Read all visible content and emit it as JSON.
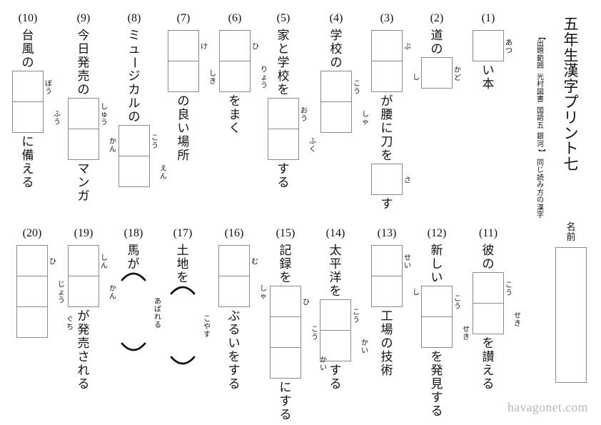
{
  "page_title": "五年生漢字プリント七",
  "scope_note": "【出題範囲 光村図書 国語五 銀河】 同じ読み方の漢字",
  "name_label": "名前",
  "watermark": "havagonet.com",
  "colors": {
    "text": "#111111",
    "box_border": "#8a8a8a",
    "watermark_gray": "#b6b6b6",
    "background": "#ffffff"
  },
  "problems": [
    {
      "number": "(1)",
      "segments": [
        {
          "type": "boxes",
          "furigana": [
            "あつ"
          ]
        },
        {
          "type": "text",
          "value": "い本"
        }
      ]
    },
    {
      "number": "(2)",
      "segments": [
        {
          "type": "text",
          "value": "道の"
        },
        {
          "type": "boxes",
          "furigana": [
            "かど"
          ]
        }
      ]
    },
    {
      "number": "(3)",
      "segments": [
        {
          "type": "boxes",
          "furigana": [
            "ぶ",
            "し"
          ]
        },
        {
          "type": "text",
          "value": "が腰に刀を"
        },
        {
          "type": "boxes",
          "furigana": [
            "さ"
          ]
        },
        {
          "type": "text",
          "value": "す"
        }
      ]
    },
    {
      "number": "(4)",
      "segments": [
        {
          "type": "text",
          "value": "学校の"
        },
        {
          "type": "boxes",
          "furigana": [
            "こう",
            "しゃ"
          ]
        }
      ]
    },
    {
      "number": "(5)",
      "segments": [
        {
          "type": "text",
          "value": "家と学校を"
        },
        {
          "type": "boxes",
          "furigana": [
            "おう",
            "ふく"
          ]
        },
        {
          "type": "text",
          "value": "する"
        }
      ]
    },
    {
      "number": "(6)",
      "segments": [
        {
          "type": "boxes",
          "furigana": [
            "ひ",
            "りょう"
          ]
        },
        {
          "type": "text",
          "value": "をまく"
        }
      ]
    },
    {
      "number": "(7)",
      "segments": [
        {
          "type": "boxes",
          "furigana": [
            "け",
            "しき"
          ]
        },
        {
          "type": "text",
          "value": "の良い場所"
        }
      ]
    },
    {
      "number": "(8)",
      "segments": [
        {
          "type": "text",
          "value": "ミュージカルの"
        },
        {
          "type": "boxes",
          "furigana": [
            "こう",
            "えん"
          ]
        }
      ]
    },
    {
      "number": "(9)",
      "segments": [
        {
          "type": "text",
          "value": "今日発売の"
        },
        {
          "type": "boxes",
          "furigana": [
            "しゅう",
            "かん"
          ]
        },
        {
          "type": "text",
          "value": "マンガ"
        }
      ]
    },
    {
      "number": "(10)",
      "segments": [
        {
          "type": "text",
          "value": "台風の"
        },
        {
          "type": "boxes",
          "furigana": [
            "ぼう",
            "ふう"
          ]
        },
        {
          "type": "text",
          "value": "に備える"
        }
      ]
    },
    {
      "number": "(11)",
      "segments": [
        {
          "type": "text",
          "value": "彼の"
        },
        {
          "type": "boxes",
          "furigana": [
            "こう",
            "せき"
          ]
        },
        {
          "type": "text",
          "value": "を讃える"
        }
      ]
    },
    {
      "number": "(12)",
      "segments": [
        {
          "type": "text",
          "value": "新しい"
        },
        {
          "type": "boxes",
          "furigana": [
            "こう",
            "せき"
          ]
        },
        {
          "type": "text",
          "value": "を発見する"
        }
      ]
    },
    {
      "number": "(13)",
      "segments": [
        {
          "type": "boxes",
          "furigana": [
            "せい",
            "し"
          ]
        },
        {
          "type": "text",
          "value": "工場の技術"
        }
      ]
    },
    {
      "number": "(14)",
      "segments": [
        {
          "type": "text",
          "value": "太平洋を"
        },
        {
          "type": "boxes",
          "furigana": [
            "こう",
            "かい"
          ]
        },
        {
          "type": "text",
          "value": "する"
        }
      ]
    },
    {
      "number": "(15)",
      "segments": [
        {
          "type": "text",
          "value": "記録を"
        },
        {
          "type": "boxes",
          "furigana": [
            "ひ",
            "こう",
            "かい"
          ]
        },
        {
          "type": "text",
          "value": "にする"
        }
      ]
    },
    {
      "number": "(16)",
      "segments": [
        {
          "type": "boxes",
          "furigana": [
            "む",
            "しゃ"
          ]
        },
        {
          "type": "text",
          "value": "ぶるいをする"
        }
      ]
    },
    {
      "number": "(17)",
      "segments": [
        {
          "type": "text",
          "value": "土地を"
        },
        {
          "type": "parens",
          "furigana": "こやす"
        }
      ]
    },
    {
      "number": "(18)",
      "segments": [
        {
          "type": "text",
          "value": "馬が"
        },
        {
          "type": "parens",
          "furigana": "あばれる"
        }
      ]
    },
    {
      "number": "(19)",
      "segments": [
        {
          "type": "boxes",
          "furigana": [
            "しん",
            "かん"
          ]
        },
        {
          "type": "text",
          "value": "が発売される"
        }
      ]
    },
    {
      "number": "(20)",
      "segments": [
        {
          "type": "boxes",
          "furigana": [
            "ひ",
            "じょう",
            "ぐち"
          ]
        }
      ]
    }
  ]
}
